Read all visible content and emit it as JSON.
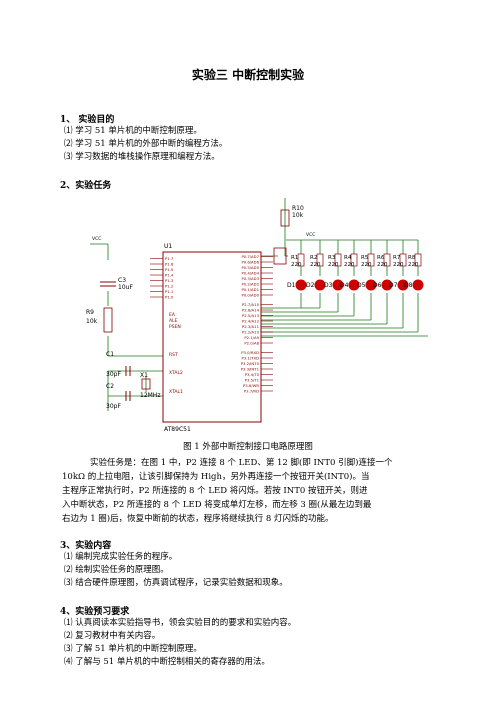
{
  "title": "实验三  中断控制实验",
  "sections": {
    "s1": {
      "heading": "1、 实验目的",
      "items": [
        "⑴ 学习 51 单片机的中断控制原理。",
        "⑵ 学习 51 单片机的外部中断的编程方法。",
        "⑶ 学习数据的堆栈操作原理和编程方法。"
      ]
    },
    "s2": {
      "heading": "2、实验任务"
    },
    "s3": {
      "heading": "3、实验内容",
      "items": [
        "⑴ 编制完成实验任务的程序。",
        "⑵ 绘制实验任务的原理图。",
        "⑶ 结合硬件原理图，仿真调试程序，记录实验数据和现象。"
      ]
    },
    "s4": {
      "heading": "4、实验预习要求",
      "items": [
        "⑴ 认真阅读本实验指导书，领会实验目的的要求和实验内容。",
        "⑵ 复习教材中有关内容。",
        "⑶ 了解 51 单片机的中断控制原理。",
        "⑷ 了解与 51 单片机的中断控制相关的寄存器的用法。"
      ]
    }
  },
  "figure": {
    "caption": "图 1 外部中断控制接口电路原理图",
    "labels": {
      "r10": "R10",
      "r10v": "10k",
      "u1": "U1",
      "vcc": "VCC",
      "c3": "C3",
      "c3v": "10uF",
      "r9": "R9",
      "r9v": "10k",
      "c1": "C1",
      "c1v": "30pF",
      "c2": "C2",
      "c2v": "30pF",
      "x1": "X1",
      "x1v": "12MHz",
      "chip": "AT89C51",
      "rst": "RST",
      "xtal1": "XTAL1",
      "xtal2": "XTAL2",
      "psen": "PSEN",
      "ale": "ALE",
      "ea": "EA"
    },
    "resistors": [
      "R1",
      "R2",
      "R3",
      "R4",
      "R5",
      "R6",
      "R7",
      "R8"
    ],
    "resistor_value": "220",
    "leds": [
      "D1",
      "D2",
      "D3",
      "D4",
      "D5",
      "D6",
      "D7",
      "D8"
    ],
    "p1_pins": [
      "P1.7",
      "P1.6",
      "P1.5",
      "P1.4",
      "P1.3",
      "P1.2",
      "P1.1",
      "P1.0"
    ],
    "p3_pins": [
      "P3.0/RXD",
      "P3.1/TXD",
      "P3.2/INT0",
      "P3.3/INT1",
      "P3.4/T0",
      "P3.5/T1",
      "P3.6/WR",
      "P3.7/RD"
    ],
    "p2_pins": [
      "P2.7/A15",
      "P2.6/A14",
      "P2.5/A13",
      "P2.4/A12",
      "P2.3/A11",
      "P2.2/A10",
      "P2.1/A9",
      "P2.0/A8"
    ],
    "p0_pins": [
      "P0.7/AD7",
      "P0.6/AD6",
      "P0.5/AD5",
      "P0.4/AD4",
      "P0.3/AD3",
      "P0.2/AD2",
      "P0.1/AD1",
      "P0.0/AD0"
    ]
  },
  "task_paragraph": [
    "实验任务是：在图 1 中，P2 连接 8 个 LED、第 12 脚(即 INT0 引脚)连接一个",
    "10kΩ 的上拉电阻，让该引脚保持为 High，另外再连接一个按钮开关(INT0)。当",
    "主程序正常执行时，P2 所连接的 8 个 LED 将闪烁。若按 INT0 按钮开关，则进",
    "入中断状态，P2 所连接的 8 个 LED 将变成单灯左移，而左移 3 圈(从最左边到最",
    "右边为 1 圈)后，恢复中断前的状态，程序将继续执行 8 灯闪烁的功能。"
  ],
  "colors": {
    "wire": "#1a7a1a",
    "component": "#8b0000",
    "led": "#cc0000",
    "chip": "#8b0000"
  }
}
